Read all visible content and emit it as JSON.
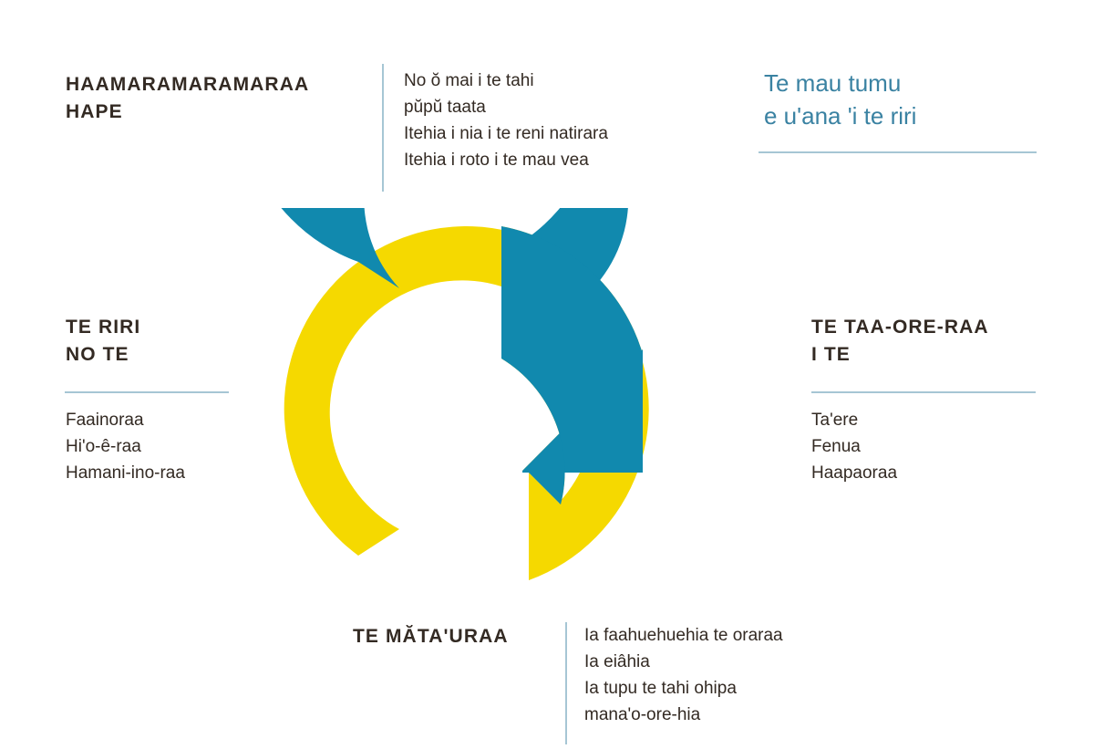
{
  "palette": {
    "yellow": "#F5D900",
    "teal": "#1189AE",
    "teal_text": "#3A82A2",
    "dark_text": "#332A23",
    "rule": "#A6C6D4",
    "background": "#FFFFFF"
  },
  "top_left": {
    "heading": "HAAMARAMARAMARAA\nHAPE",
    "items": [
      "No ŏ mai i te tahi",
      "pŭpŭ taata",
      "Itehia i nia i te reni natirara",
      "Itehia i roto i te mau vea"
    ]
  },
  "top_right": {
    "heading": "Te mau tumu\ne u'ana 'i te riri"
  },
  "left": {
    "heading": "TE RIRI\nNO TE",
    "items": [
      "Faainoraa",
      "Hi'o-ê-raa",
      "Hamani-ino-raa"
    ]
  },
  "right": {
    "heading": "TE TAA-ORE-RAA\nI TE",
    "items": [
      "Ta'ere",
      "Fenua",
      "Haapaoraa"
    ]
  },
  "bottom": {
    "heading": "TE MĂTA'URAA",
    "items": [
      "Ia faahuehuehia te oraraa",
      "Ia eiâhia",
      "Ia tupu te tahi ohipa",
      "mana'o-ore-hia"
    ]
  },
  "diagram": {
    "name": "cycle-of-violence-arrows",
    "arrows": [
      {
        "name": "yellow-arrow",
        "color": "#F5D900",
        "direction": "clockwise-upper-left-to-right"
      },
      {
        "name": "teal-arrow",
        "color": "#1189AE",
        "direction": "clockwise-right-to-lower-left"
      }
    ]
  }
}
